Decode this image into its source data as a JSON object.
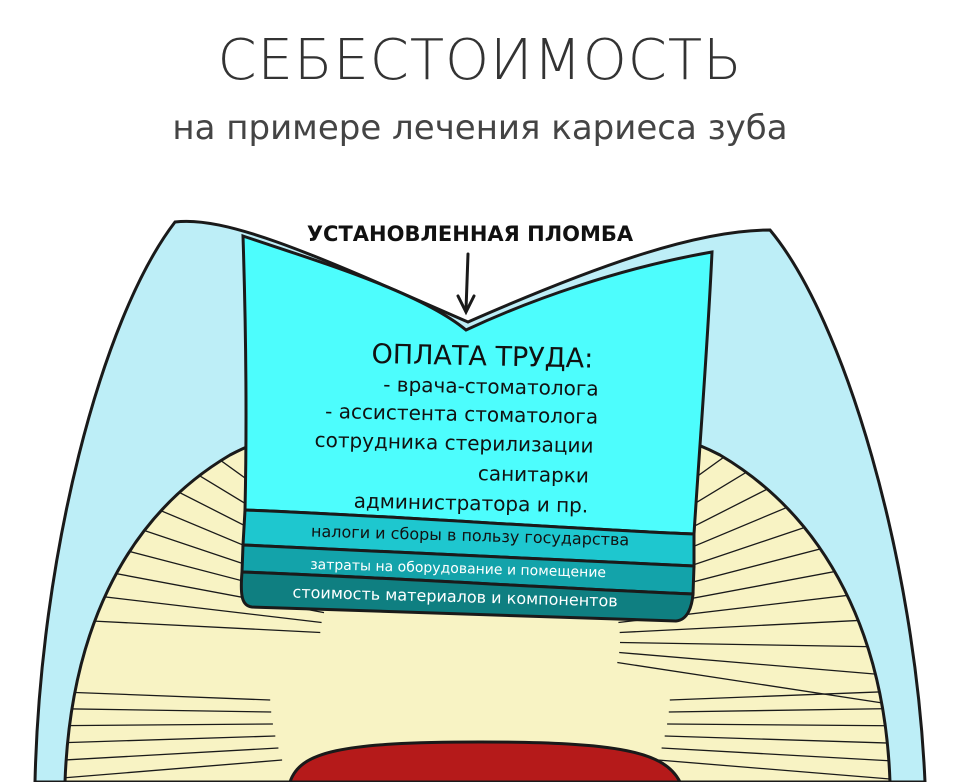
{
  "header": {
    "title": "СЕБЕСТОИМОСТЬ",
    "subtitle": "на примере лечения кариеса зуба"
  },
  "callout": {
    "label": "УСТАНОВЛЕННАЯ ПЛОМБА"
  },
  "labor": {
    "heading": "ОПЛАТА ТРУДА:",
    "items": [
      "- врача-стоматолога",
      "- ассистента стоматолога",
      "сотрудника стерилизации",
      "санитарки",
      "администратора и пр."
    ]
  },
  "layers": {
    "taxes": "налоги и сборы в пользу государства",
    "equipment": "затраты на оборудование и помещение",
    "materials": "стоимость материалов и компонентов"
  },
  "colors": {
    "enamel": "#bdeef7",
    "dentin": "#f8f3c4",
    "pulp": "#b51a1a",
    "filling_labor": "#4dfdfd",
    "filling_taxes": "#1ec7cf",
    "filling_equipment": "#13a3aa",
    "filling_materials": "#0f7f81",
    "outline": "#1a1a1a"
  }
}
